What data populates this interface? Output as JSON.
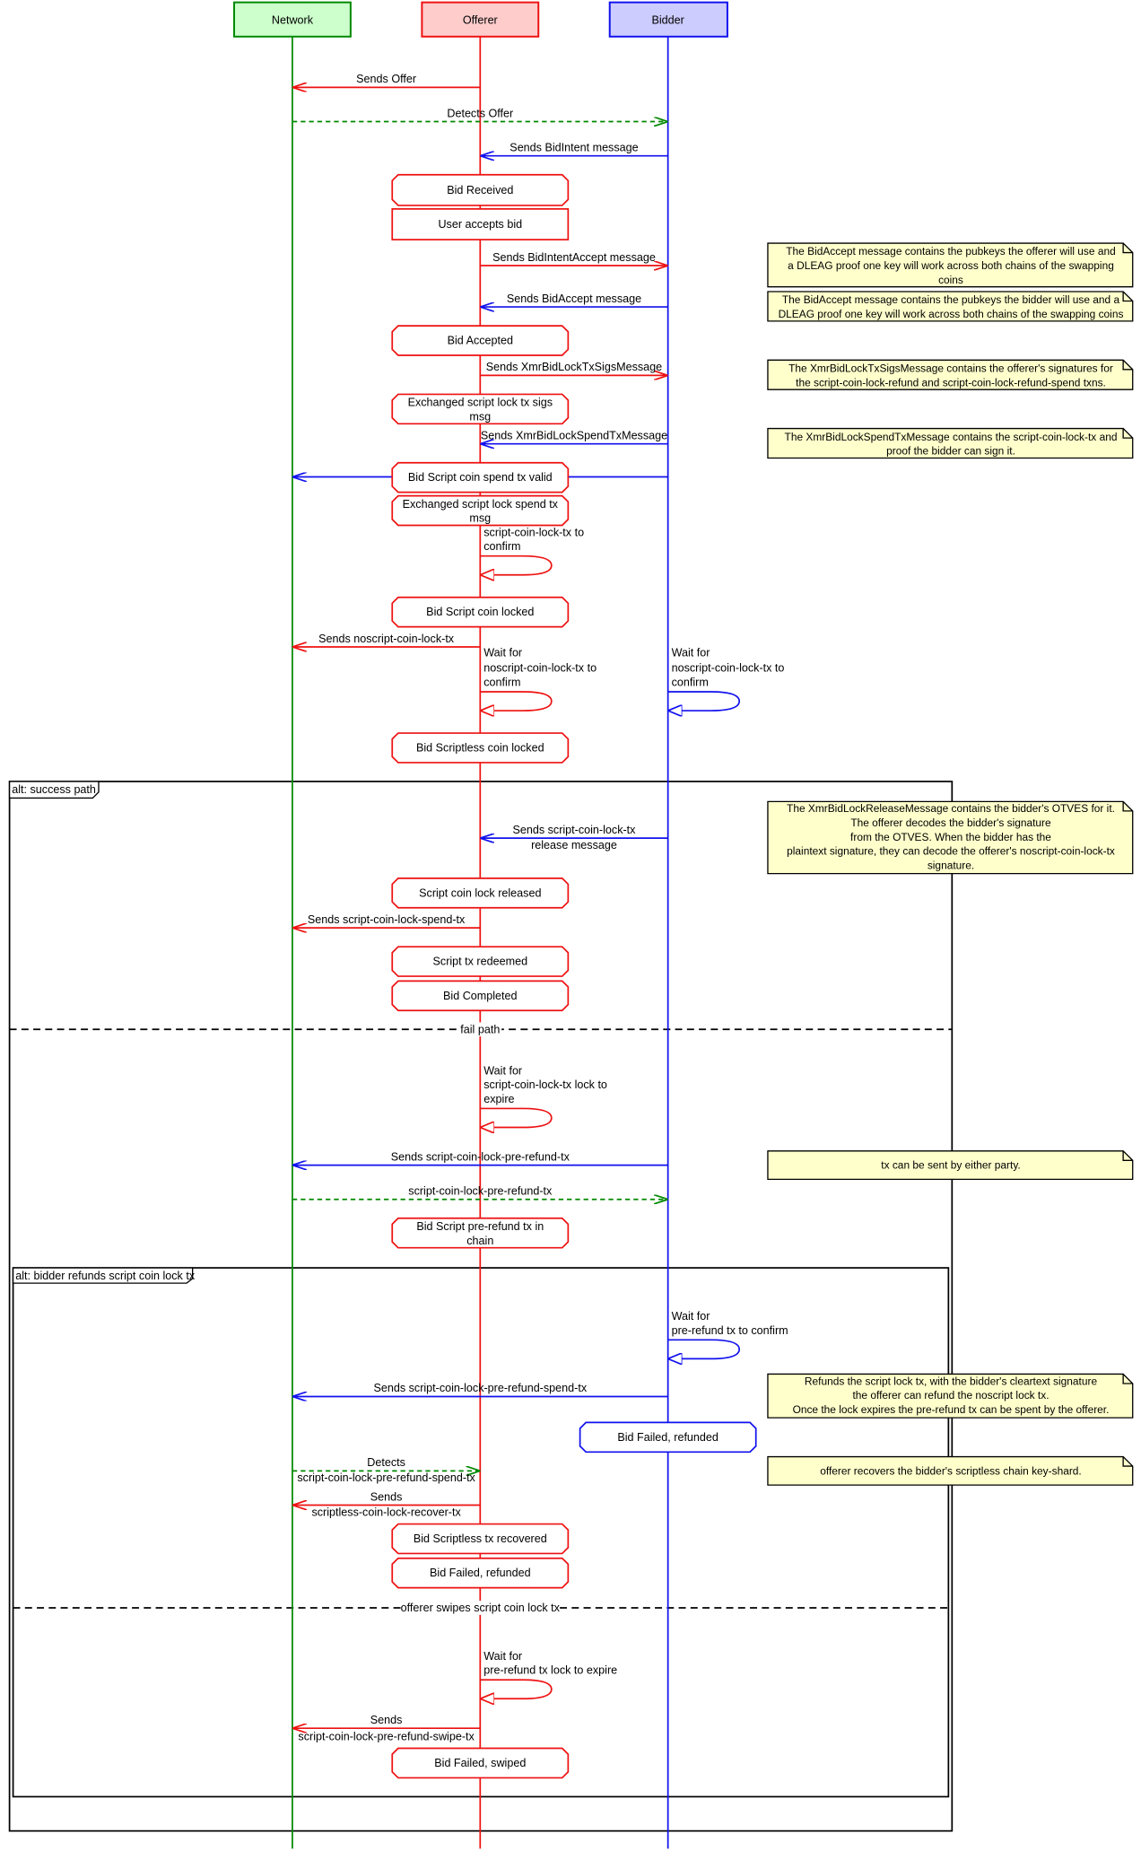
{
  "participants": {
    "network": "Network",
    "offerer": "Offerer",
    "bidder": "Bidder"
  },
  "colors": {
    "network_line": "#008800",
    "network_fill": "#ccffcc",
    "offerer_line": "#ee1111",
    "offerer_fill": "#ffcccc",
    "bidder_line": "#1111ee",
    "bidder_fill": "#ccccff",
    "note_fill": "#ffffcc"
  },
  "messages": {
    "sends_offer": "Sends Offer",
    "detects_offer": "Detects Offer",
    "sends_bidintent": "Sends BidIntent message",
    "sends_bidintentaccept": "Sends BidIntentAccept message",
    "sends_bidaccept": "Sends BidAccept message",
    "sends_locktxsigs": "Sends XmrBidLockTxSigsMessage",
    "sends_lockspendtx": "Sends XmrBidLockSpendTxMessage",
    "sends_noscript_lock": "Sends noscript-coin-lock-tx",
    "sends_release": [
      "Sends script-coin-lock-tx",
      "release message"
    ],
    "sends_lock_spend": "Sends script-coin-lock-spend-tx",
    "sends_pre_refund": "Sends script-coin-lock-pre-refund-tx",
    "detects_pre_refund": "script-coin-lock-pre-refund-tx",
    "sends_pre_refund_spend": "Sends script-coin-lock-pre-refund-spend-tx",
    "detects_pre_refund_spend": [
      "Detects",
      "script-coin-lock-pre-refund-spend-tx"
    ],
    "sends_recover": [
      "Sends",
      "scriptless-coin-lock-recover-tx"
    ],
    "sends_swipe": [
      "Sends",
      "script-coin-lock-pre-refund-swipe-tx"
    ]
  },
  "self_messages": {
    "offerer_lock_confirm": [
      "script-coin-lock-tx to",
      "confirm"
    ],
    "offerer_noscript_confirm": [
      "Wait for",
      "noscript-coin-lock-tx to",
      "confirm"
    ],
    "bidder_noscript_confirm": [
      "Wait for",
      "noscript-coin-lock-tx to",
      "confirm"
    ],
    "offerer_lock_expire": [
      "Wait for",
      "script-coin-lock-tx lock to",
      "expire"
    ],
    "bidder_prerefund_confirm": [
      "Wait for",
      "pre-refund tx to confirm"
    ],
    "offerer_prerefund_expire": [
      "Wait for",
      "pre-refund tx lock to expire"
    ]
  },
  "states": {
    "bid_received": "Bid Received",
    "user_accepts_bid": "User accepts bid",
    "bid_accepted": "Bid Accepted",
    "exchanged_lock_tx_sigs": [
      "Exchanged script lock tx sigs",
      "msg"
    ],
    "bid_script_spend_valid": "Bid Script coin spend tx valid",
    "exchanged_lock_spend": [
      "Exchanged script lock spend tx",
      "msg"
    ],
    "bid_script_coin_locked": "Bid Script coin locked",
    "bid_scriptless_coin_locked": "Bid Scriptless coin locked",
    "script_coin_lock_released": "Script coin lock released",
    "script_tx_redeemed": "Script tx redeemed",
    "bid_completed": "Bid Completed",
    "bid_script_pre_refund_in_chain": [
      "Bid Script pre-refund tx in",
      "chain"
    ],
    "bidder_bid_failed_refunded": "Bid Failed, refunded",
    "bid_scriptless_tx_recovered": "Bid Scriptless tx recovered",
    "offerer_bid_failed_refunded": "Bid Failed, refunded",
    "bid_failed_swiped": "Bid Failed, swiped"
  },
  "notes": {
    "bidaccept_offerer": [
      "The BidAccept message contains the pubkeys the offerer will use and",
      "a DLEAG proof one key will work across both chains of the swapping",
      "coins"
    ],
    "bidaccept_bidder": [
      "The BidAccept message contains the pubkeys the bidder will use and a",
      "DLEAG proof one key will work across both chains of the swapping coins"
    ],
    "locktxsigs": [
      "The XmrBidLockTxSigsMessage contains the offerer's signatures for",
      "the script-coin-lock-refund and script-coin-lock-refund-spend txns."
    ],
    "lockspendtx": [
      "The XmrBidLockSpendTxMessage contains the script-coin-lock-tx and",
      "proof the bidder can sign it."
    ],
    "release": [
      "The XmrBidLockReleaseMessage contains the bidder's OTVES for it.",
      "The offerer decodes the bidder's signature",
      "from the OTVES. When the bidder has the",
      "plaintext signature, they can decode the offerer's noscript-coin-lock-tx",
      "signature."
    ],
    "either_party": [
      "tx can be sent by either party."
    ],
    "refund": [
      "Refunds the script lock tx, with the bidder's cleartext signature",
      "the offerer can refund the noscript lock tx.",
      "Once the lock expires the pre-refund tx can be spent by the offerer."
    ],
    "recover": [
      "offerer recovers the bidder's scriptless chain key-shard."
    ]
  },
  "frames": {
    "alt_success": "alt: success path",
    "fail_path": "fail path",
    "alt_bidder_refunds": "alt: bidder refunds script coin lock tx",
    "offerer_swipes": "offerer swipes script coin lock tx"
  }
}
